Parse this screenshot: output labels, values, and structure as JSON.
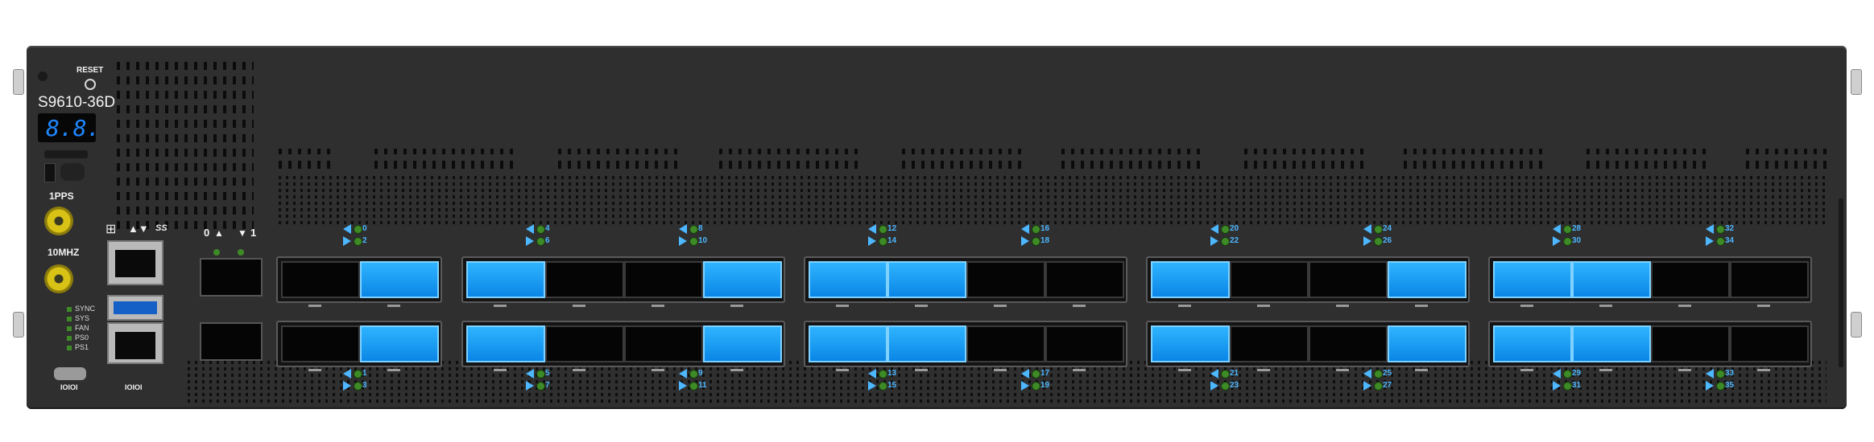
{
  "device": {
    "model": "S9610-36D",
    "display_digits": "8.8.",
    "reset_label": "RESET",
    "pps_label": "1PPS",
    "tenmhz_label": "10MHZ",
    "status_leds": [
      "SYNC",
      "SYS",
      "FAN",
      "PS0",
      "PS1"
    ],
    "console_label_1": "IOIOI",
    "console_label_2": "IOIOI",
    "mgmt_port_label_0": "0",
    "mgmt_port_label_1": "1",
    "usb_symbol": "SS"
  },
  "ports": {
    "top_labels": [
      [
        "0",
        "2"
      ],
      [
        "4",
        "6"
      ],
      [
        "8",
        "10"
      ],
      [
        "12",
        "14"
      ],
      [
        "16",
        "18"
      ],
      [
        "20",
        "22"
      ],
      [
        "24",
        "26"
      ],
      [
        "28",
        "30"
      ],
      [
        "32",
        "34"
      ]
    ],
    "bottom_labels": [
      [
        "1",
        "3"
      ],
      [
        "5",
        "7"
      ],
      [
        "9",
        "11"
      ],
      [
        "13",
        "15"
      ],
      [
        "17",
        "19"
      ],
      [
        "21",
        "23"
      ],
      [
        "25",
        "27"
      ],
      [
        "29",
        "31"
      ],
      [
        "33",
        "35"
      ]
    ]
  }
}
